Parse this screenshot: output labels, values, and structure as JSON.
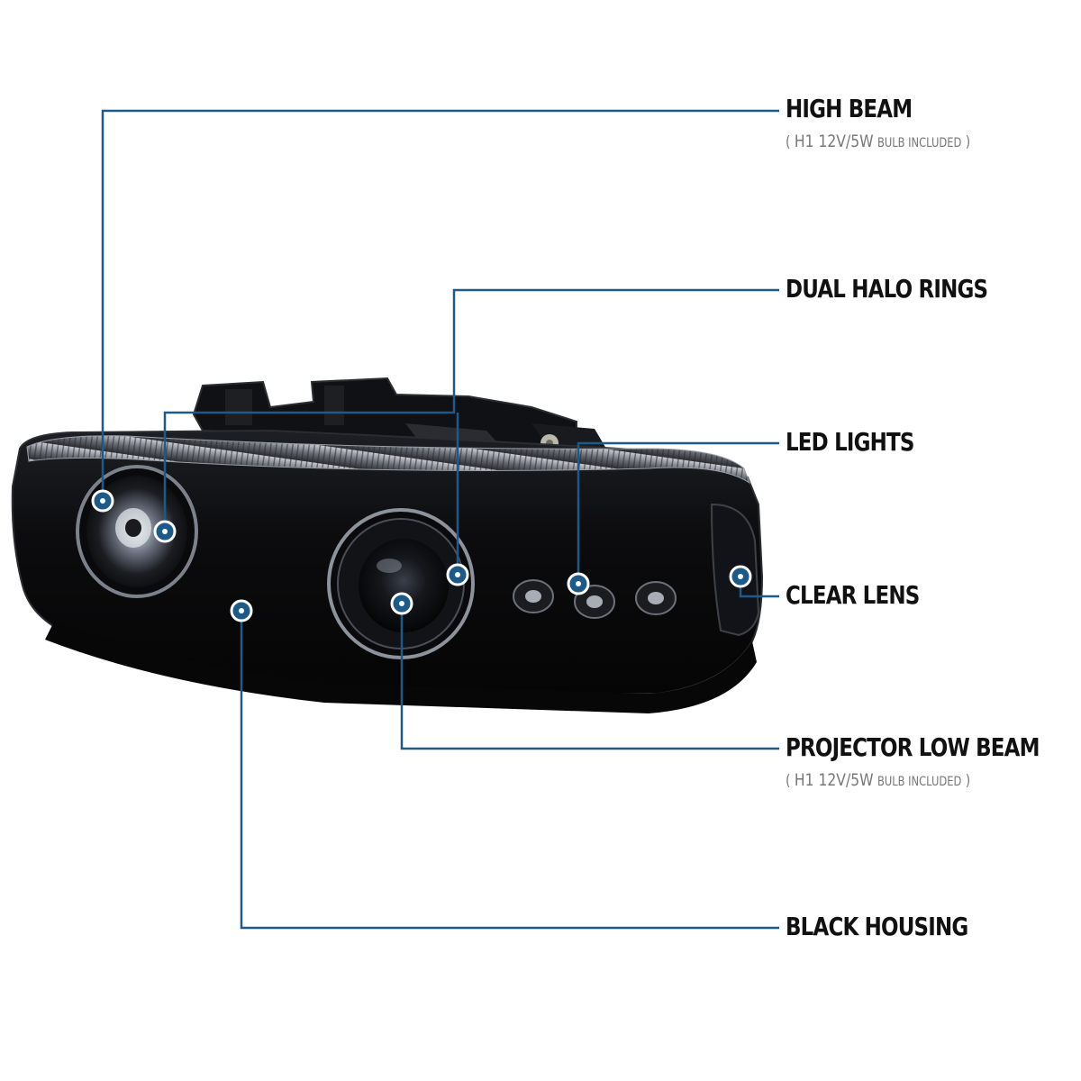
{
  "colors": {
    "leader": "#1c5a8a",
    "dot_fill": "#1c5a8a",
    "dot_ring": "#ffffff",
    "label": "#111111",
    "sublabel": "#777777",
    "housing": "#0b0b0b"
  },
  "callouts": {
    "high_beam": {
      "label": "HIGH BEAM",
      "sub_open": "(",
      "sub_spec": "H1 12V/5W",
      "sub_note": "BULB INCLUDED",
      "sub_close": ")"
    },
    "dual_halo": {
      "label": "DUAL HALO RINGS"
    },
    "led_lights": {
      "label": "LED LIGHTS"
    },
    "clear_lens": {
      "label": "CLEAR LENS"
    },
    "projector_low": {
      "label": "PROJECTOR LOW BEAM",
      "sub_open": "(",
      "sub_spec": "H1 12V/5W",
      "sub_note": "BULB INCLUDED",
      "sub_close": ")"
    },
    "black_housing": {
      "label": "BLACK HOUSING"
    }
  }
}
